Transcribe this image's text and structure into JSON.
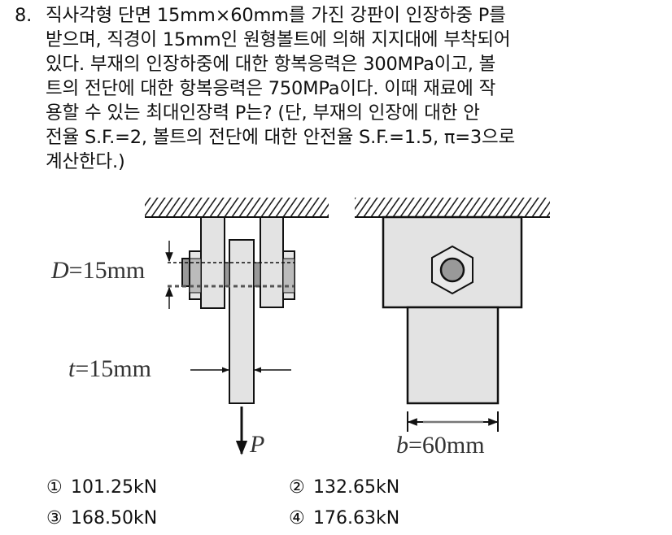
{
  "question": {
    "number": "8.",
    "lines": [
      "직사각형 단면 15mm×60mm를 가진 강판이 인장하중 P를",
      "받으며, 직경이 15mm인 원형볼트에 의해 지지대에 부착되어",
      "있다. 부재의 인장하중에 대한 항복응력은 300MPa이고, 볼",
      "트의 전단에 대한 항복응력은 750MPa이다. 이때 재료에 작",
      "용할 수 있는 최대인장력 P는? (단, 부재의 인장에 대한 안",
      "전율 S.F.=2, 볼트의 전단에 대한 안전율 S.F.=1.5, π=3으로",
      "계산한다.)"
    ]
  },
  "figure": {
    "left_view": {
      "bolt_diameter_label_var": "D",
      "bolt_diameter_label_value": "=15mm",
      "thickness_label_var": "t",
      "thickness_label_value": "=15mm",
      "load_label": "P"
    },
    "right_view": {
      "width_label_var": "b",
      "width_label_value": "=60mm"
    },
    "colors": {
      "part_fill": "#e3e3e3",
      "bolt_fill": "#9a9a9a",
      "outline": "#111111"
    }
  },
  "choices": [
    {
      "mark": "①",
      "text": "101.25kN"
    },
    {
      "mark": "②",
      "text": "132.65kN"
    },
    {
      "mark": "③",
      "text": "168.50kN"
    },
    {
      "mark": "④",
      "text": "176.63kN"
    }
  ]
}
